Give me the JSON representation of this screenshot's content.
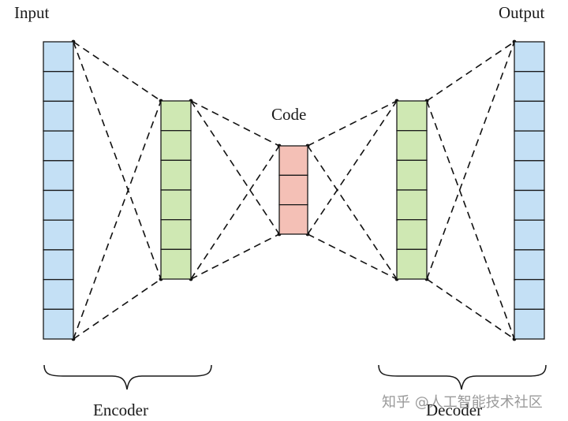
{
  "labels": {
    "input": "Input",
    "output": "Output",
    "code": "Code",
    "encoder": "Encoder",
    "decoder": "Decoder"
  },
  "watermark": "知乎 @人工智能技术社区",
  "layers": [
    {
      "name": "input",
      "cells": 10,
      "color": "#c4e0f5"
    },
    {
      "name": "encoder-hidden",
      "cells": 6,
      "color": "#cfe8b3"
    },
    {
      "name": "code",
      "cells": 3,
      "color": "#f4c0b6"
    },
    {
      "name": "decoder-hidden",
      "cells": 6,
      "color": "#cfe8b3"
    },
    {
      "name": "output",
      "cells": 10,
      "color": "#c4e0f5"
    }
  ]
}
